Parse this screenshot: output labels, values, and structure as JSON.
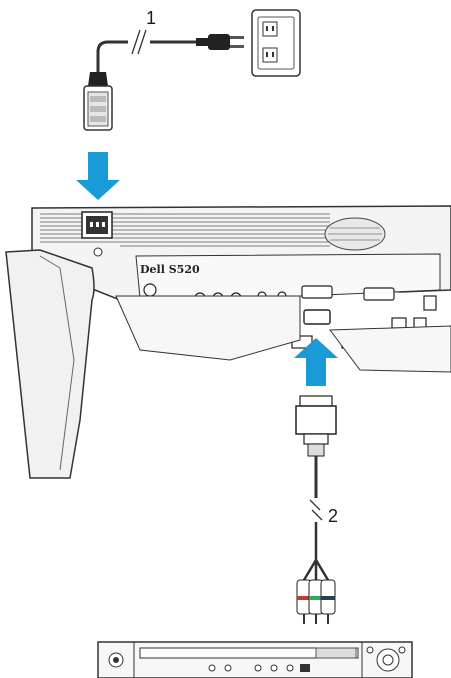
{
  "callouts": {
    "power_cable": "1",
    "vga_cable": "2"
  },
  "projector": {
    "model_label": "Dell S520"
  },
  "colors": {
    "arrow": "#1a9ad6",
    "line": "#333333",
    "projector_body": "#f4f4f4"
  },
  "icons": [
    "power-outlet-icon",
    "power-plug-icon",
    "iec-connector-icon",
    "vga-connector-icon",
    "component-rca-plug-icon",
    "dvd-player-icon"
  ]
}
